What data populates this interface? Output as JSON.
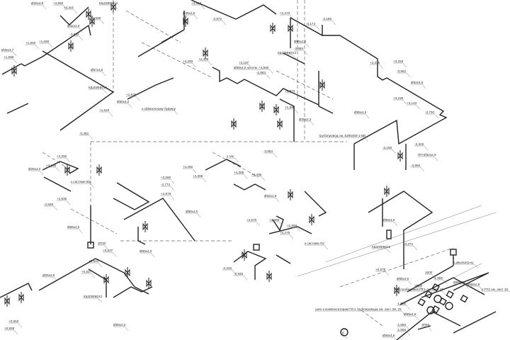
{
  "drawing": {
    "type": "isometric piping diagram",
    "labels": [
      "Ø25х2,5",
      "+4,950",
      "+4,3х2",
      "КШ25ФВ012",
      "Ø32х2,9",
      "+1,598",
      "+1,600",
      "+1,600",
      "Ø45х3,7",
      "+1,598",
      "Ø57х3,5",
      "0,002",
      "Ø50х4,0",
      "+1,625",
      "КШ25ФВ012",
      "+1,610",
      "-0,350",
      "к обвязочному буферу",
      "+3,513",
      "Ø25х2,5",
      "-2,872",
      "+2,270",
      "Ø95х2,5",
      "-3,173",
      "-3,185",
      "-3,689",
      "КШ25ФВ012",
      "+4,393",
      "+4,395",
      "Ø89х4,5 на отм. +3,560",
      "+3,187",
      "-2,883",
      "+2,873",
      "+1,990",
      "Ø25х2,3",
      "+3,328",
      "+3,335",
      "-3,962",
      "Ø50х4,6",
      "-3,700",
      "-3,158",
      "-3,329",
      "ПП-Ø32х2,9",
      "-3,900",
      "+3,188",
      "+3,143",
      "Ø89х4,5",
      "трубопровод см. 5295460-1-ВВ",
      "-3,953",
      "+4,450",
      "+4,398",
      "к тех",
      "+4,398",
      "+4,405",
      "Ø32х2,9",
      "+3,080",
      "-2,772",
      "+2,876",
      "Ø89х4,5",
      "+3,570",
      "+3,588",
      "+2,850",
      "+3,275",
      "к системе П2",
      "-2,225",
      "-2,935",
      "+4,250",
      "Ø25х2,3",
      "+4,195",
      "+2,935",
      "-2,938",
      "к системе ВЗ",
      "Ø89х4,5",
      "ЗП30",
      "+0,537",
      "Ø89х4,0",
      "+0,542",
      "+0,547",
      "КШ25ФВ012",
      "Ø25х2,5",
      "+0,553",
      "+0,558",
      "Ø89х4,0",
      "-3,270",
      "Ø89х4,6",
      "КШ25ФВ012",
      "+0,578",
      "к двухнатр-ку",
      "1600",
      "Ø89х4,5",
      "-1,655",
      "теплообменник ПТ1 см. лист 32",
      "Ø89х4,5",
      "-1,655",
      "ЗП50",
      "Ø89х4,5",
      "к ПТ2 см. лист 32",
      "Ø89х4,5",
      "-1,655",
      "-1,655",
      "ЗП50",
      "узел к компенсаторам ПС1 трубопровода см. лист 28, 33",
      "Ø89х4,5",
      "8"
    ]
  }
}
